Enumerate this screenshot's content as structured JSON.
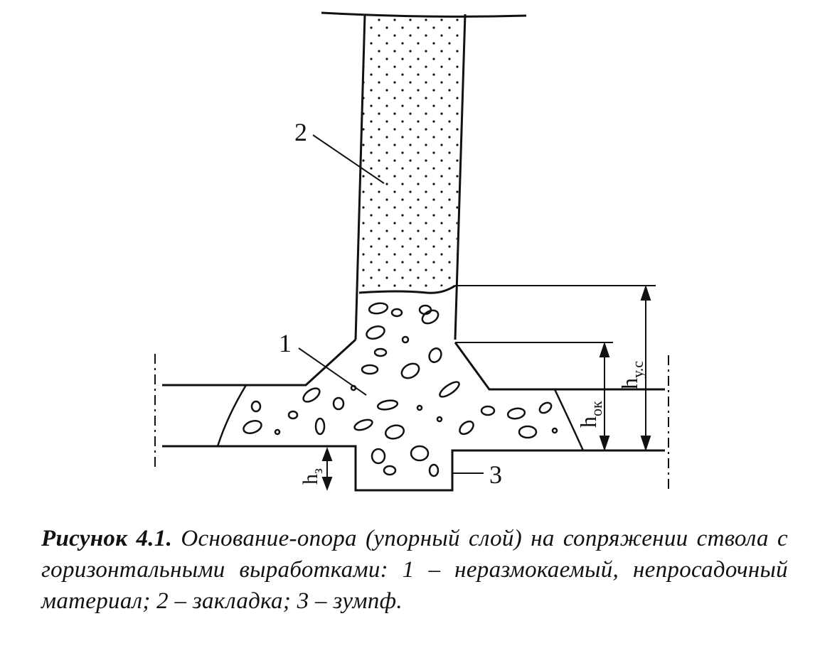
{
  "figure": {
    "labels": {
      "fill_material": "1",
      "backfill": "2",
      "sump": "3"
    },
    "dimensions": {
      "h_total_main": "h",
      "h_total_sub": "у.с",
      "h_ok_main": "h",
      "h_ok_sub": "ок",
      "h_sump_main": "h",
      "h_sump_sub": "з"
    }
  },
  "caption": {
    "label": "Рисунок 4.1.",
    "text": "Основание-опора (упорный слой) на сопряжении ствола с горизонтальными выработками: 1 – неразмокаемый, непросадочный материал; 2 – закладка; 3 – зумпф."
  }
}
